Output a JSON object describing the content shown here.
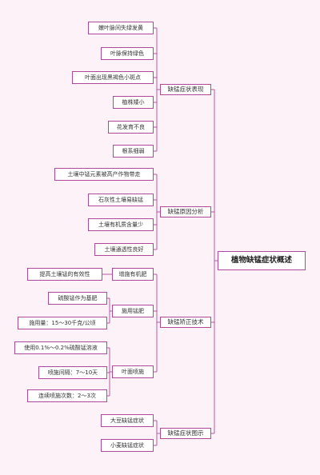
{
  "root": "植物缺锰症状概述",
  "branches": [
    {
      "label": "缺锰症状表现",
      "children": [
        {
          "label": "嫩叶脉间失绿发黄"
        },
        {
          "label": "叶脉保持绿色"
        },
        {
          "label": "叶面出现黑褐色小斑点"
        },
        {
          "label": "植株矮小"
        },
        {
          "label": "花发育不良"
        },
        {
          "label": "根系细弱"
        }
      ]
    },
    {
      "label": "缺锰原因分析",
      "children": [
        {
          "label": "土壤中锰元素被高产作物带走"
        },
        {
          "label": "石灰性土壤易缺锰"
        },
        {
          "label": "土壤有机质含量少"
        },
        {
          "label": "土壤通透性良好"
        }
      ]
    },
    {
      "label": "缺锰矫正技术",
      "children": [
        {
          "label": "增施有机肥",
          "children": [
            {
              "label": "提高土壤锰的有效性"
            }
          ]
        },
        {
          "label": "施用锰肥",
          "children": [
            {
              "label": "硫酸锰作为基肥"
            },
            {
              "label": "施用量：15～30千克/公顷"
            }
          ]
        },
        {
          "label": "叶面喷施",
          "children": [
            {
              "label": "使用0.1%～0.2%硫酸锰溶液"
            },
            {
              "label": "喷施间隔：7～10天"
            },
            {
              "label": "连续喷施次数：2～3次"
            }
          ]
        }
      ]
    },
    {
      "label": "缺锰症状图示",
      "children": [
        {
          "label": "大豆缺锰症状"
        },
        {
          "label": "小麦缺锰症状"
        }
      ]
    }
  ]
}
